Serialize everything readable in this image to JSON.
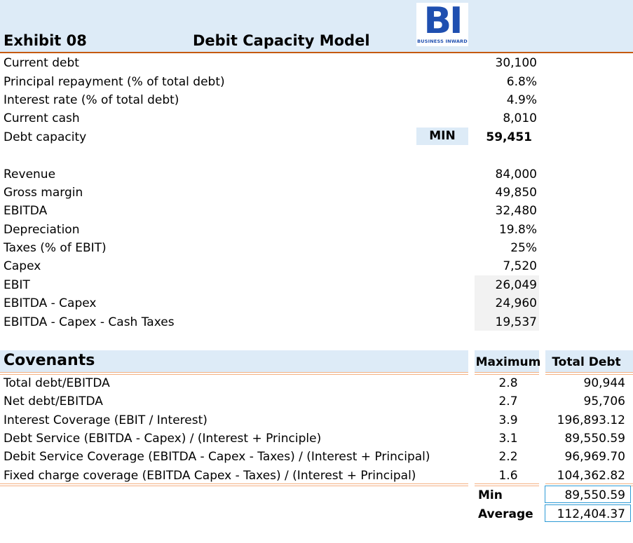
{
  "header": {
    "exhibit": "Exhibit 08",
    "title": "Debit Capacity Model",
    "logo": {
      "letters": "BI",
      "subtitle": "BUSINESS INWARD",
      "color": "#1f4fb0"
    }
  },
  "inputs": [
    {
      "label": "Current debt",
      "value": "30,100"
    },
    {
      "label": "Principal repayment (% of total debt)",
      "value": "6.8%"
    },
    {
      "label": "Interest rate (% of total debt)",
      "value": "4.9%"
    },
    {
      "label": "Current cash",
      "value": "8,010"
    }
  ],
  "debt_capacity": {
    "label": "Debt capacity",
    "tag": "MIN",
    "value": "59,451"
  },
  "financials": [
    {
      "label": "Revenue",
      "value": "84,000",
      "shaded": false
    },
    {
      "label": "Gross margin",
      "value": "49,850",
      "shaded": false
    },
    {
      "label": "EBITDA",
      "value": "32,480",
      "shaded": false
    },
    {
      "label": "Depreciation",
      "value": "19.8%",
      "shaded": false
    },
    {
      "label": "Taxes (% of EBIT)",
      "value": "25%",
      "shaded": false
    },
    {
      "label": "Capex",
      "value": "7,520",
      "shaded": false
    },
    {
      "label": "EBIT",
      "value": "26,049",
      "shaded": true
    },
    {
      "label": "EBITDA - Capex",
      "value": "24,960",
      "shaded": true
    },
    {
      "label": "EBITDA - Capex - Cash Taxes",
      "value": "19,537",
      "shaded": true
    }
  ],
  "covenants": {
    "title": "Covenants",
    "col_maximum": "Maximum",
    "col_total_debt": "Total Debt",
    "rows": [
      {
        "label": "Total debt/EBITDA",
        "maximum": "2.8",
        "total_debt": "90,944"
      },
      {
        "label": "Net debt/EBITDA",
        "maximum": "2.7",
        "total_debt": "95,706"
      },
      {
        "label": "Interest Coverage (EBIT / Interest)",
        "maximum": "3.9",
        "total_debt": "196,893.12"
      },
      {
        "label": "Debt Service (EBITDA - Capex) / (Interest + Principle)",
        "maximum": "3.1",
        "total_debt": "89,550.59"
      },
      {
        "label": "Debit Service Coverage (EBITDA - Capex - Taxes) / (Interest + Principal)",
        "maximum": "2.2",
        "total_debt": "96,969.70"
      },
      {
        "label": "Fixed charge coverage (EBITDA Capex - Taxes) / (Interest + Principal)",
        "maximum": "1.6",
        "total_debt": "104,362.82"
      }
    ],
    "summary": [
      {
        "label": "Min",
        "value": "89,550.59"
      },
      {
        "label": "Average",
        "value": "112,404.37"
      }
    ]
  },
  "colors": {
    "header_fill": "#ddebf7",
    "accent_rule": "#c55a11",
    "shade": "#f2f2f2",
    "summary_border": "#2e9bd6"
  }
}
